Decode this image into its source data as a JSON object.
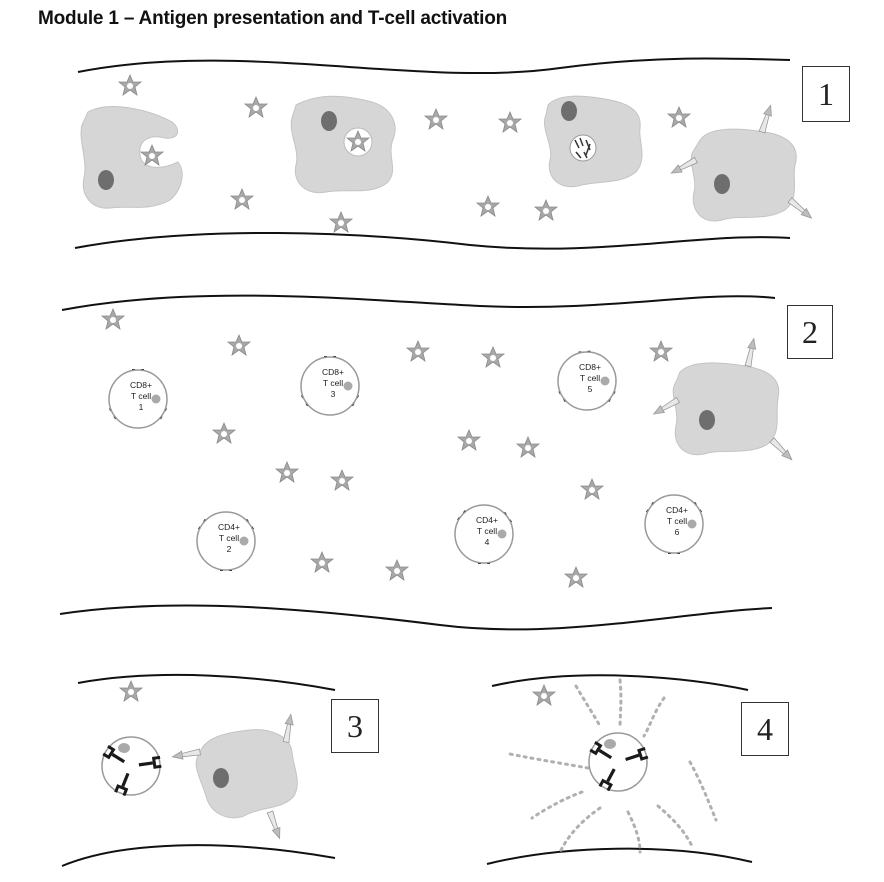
{
  "title": "Module 1 – Antigen presentation and T-cell activation",
  "panels": [
    {
      "number": "1"
    },
    {
      "number": "2"
    },
    {
      "number": "3"
    },
    {
      "number": "4"
    }
  ],
  "t_cells": [
    {
      "type": "CD8+",
      "sub": "T cell",
      "num": "1"
    },
    {
      "type": "CD4+",
      "sub": "T cell",
      "num": "2"
    },
    {
      "type": "CD8+",
      "sub": "T cell",
      "num": "3"
    },
    {
      "type": "CD4+",
      "sub": "T cell",
      "num": "4"
    },
    {
      "type": "CD8+",
      "sub": "T cell",
      "num": "5"
    },
    {
      "type": "CD4+",
      "sub": "T cell",
      "num": "6"
    }
  ],
  "colors": {
    "cell_fill": "#d6d6d6",
    "nucleus": "#6e6e6e",
    "antigen": "#9a9a9a",
    "receptor": "#1a1a1a",
    "vessel_line": "#111111"
  }
}
